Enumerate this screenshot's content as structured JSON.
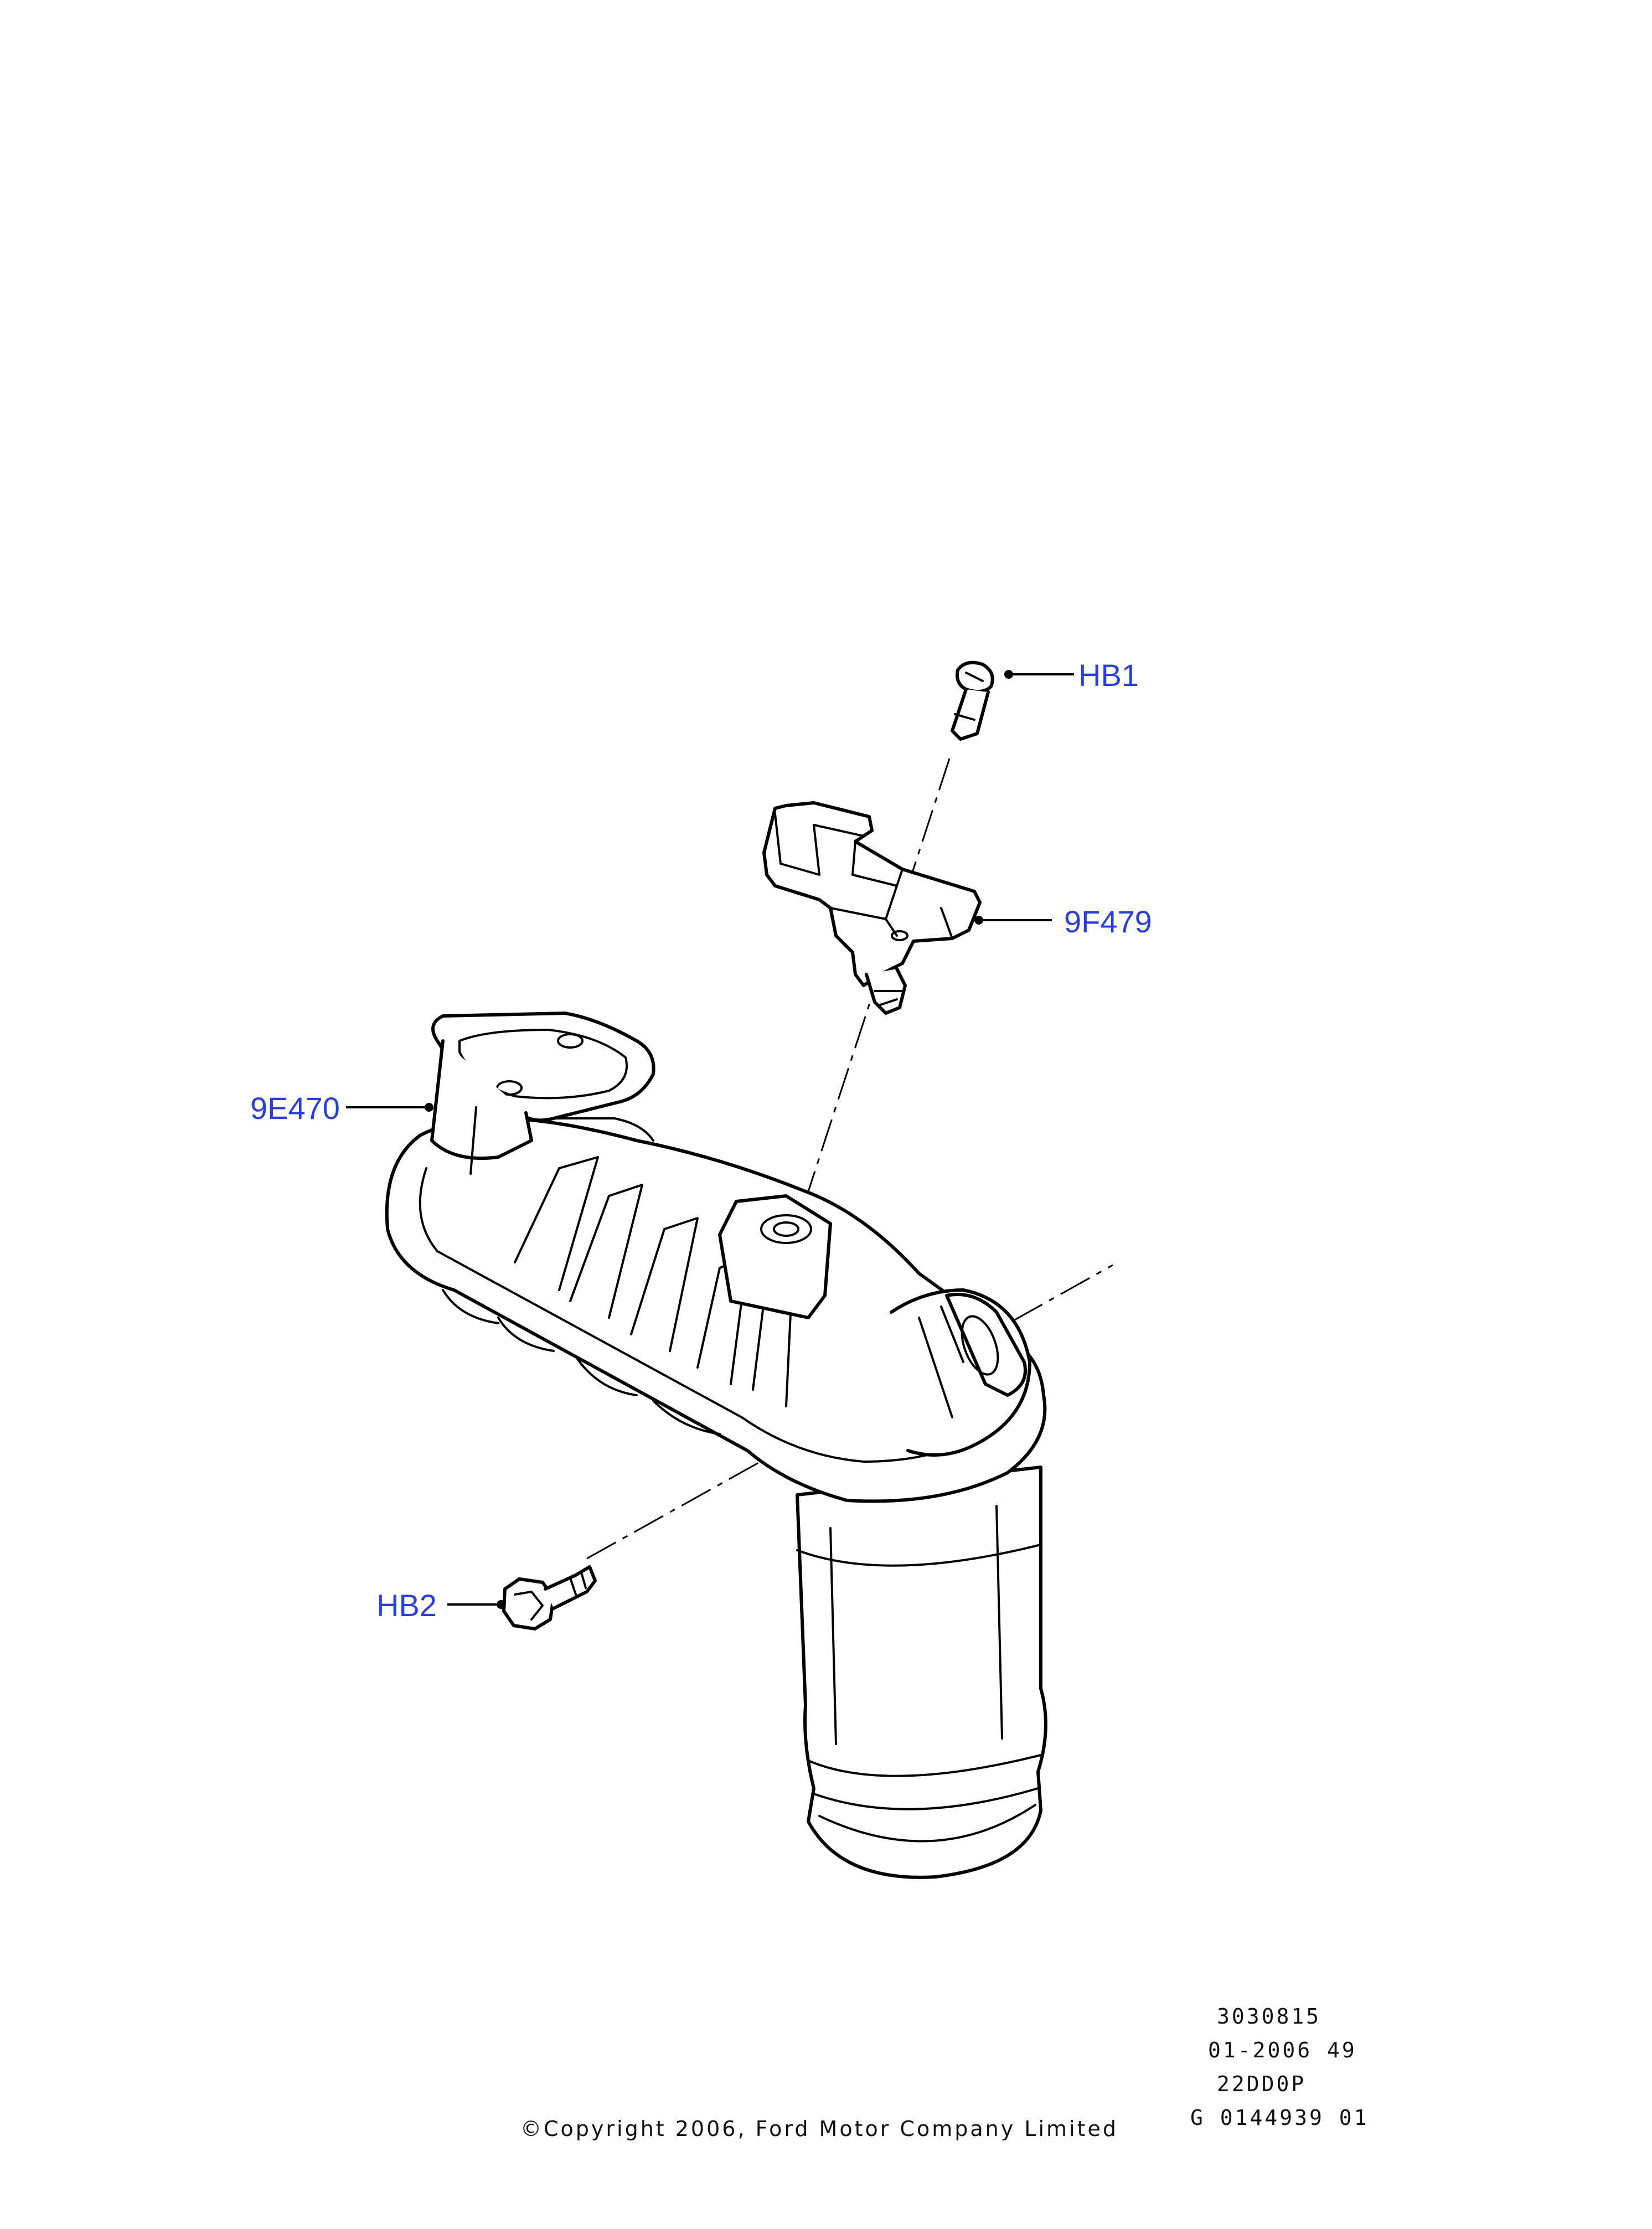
{
  "callouts": {
    "hb1": "HB1",
    "part_9f479": "9F479",
    "part_9e470": "9E470",
    "hb2": "HB2"
  },
  "reference": {
    "line1": "3030815",
    "line2": "01-2006 49",
    "line3": "22DD0P",
    "line4": "G 0144939 01"
  },
  "copyright": "©Copyright 2006, Ford Motor Company Limited",
  "colors": {
    "label": "#2b3fd6",
    "linework": "#000000",
    "background": "#ffffff"
  }
}
